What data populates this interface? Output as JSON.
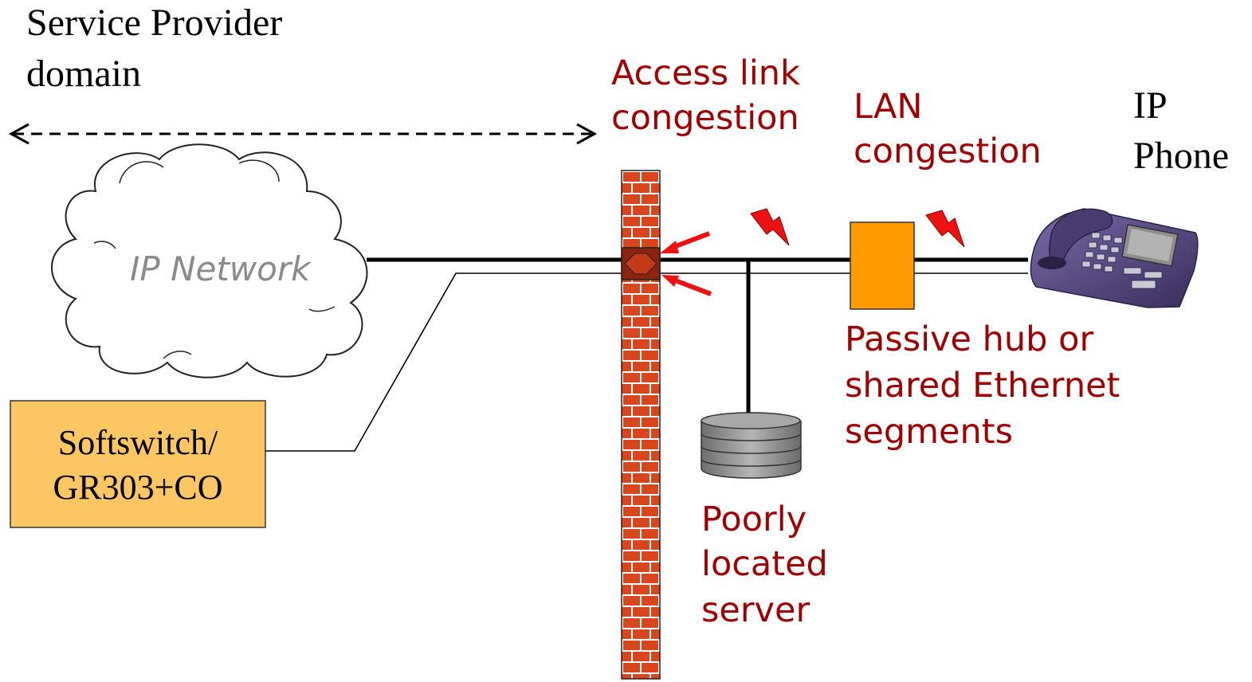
{
  "diagram": {
    "domain_label": {
      "line1": "Service  Provider",
      "line2": "domain"
    },
    "cloud_label": "IP Network",
    "access_label": {
      "line1": "Access link",
      "line2": "congestion"
    },
    "lan_label": {
      "line1": "LAN",
      "line2": "congestion"
    },
    "phone_label": {
      "line1": "IP",
      "line2": "Phone"
    },
    "hub_label": {
      "line1": "Passive hub or",
      "line2": "shared Ethernet",
      "line3": "segments"
    },
    "server_label": {
      "line1": "Poorly",
      "line2": "located",
      "line3": "server"
    },
    "softswitch_label": {
      "line1": "Softswitch/",
      "line2": "GR303+CO"
    }
  },
  "colors": {
    "brick": "#d9451c",
    "mortar": "#ffffff",
    "label_red": "#a00000",
    "hub": "#ff9a00",
    "softswitch": "#fcc763",
    "arrow_red": "#ee1111",
    "phone": "#5a4a80"
  },
  "icons": {
    "cloud": "cloud-icon",
    "firewall": "brick-wall-icon",
    "server": "server-stack-icon",
    "hub": "hub-box-icon",
    "phone": "ip-phone-icon",
    "lightning": "lightning-icon"
  }
}
